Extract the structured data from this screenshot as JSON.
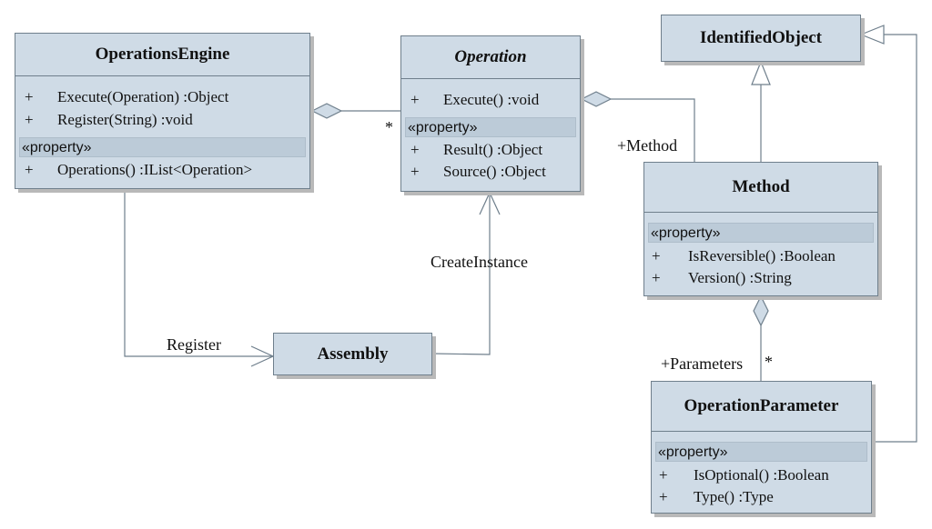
{
  "classes": {
    "operations_engine": {
      "name": "OperationsEngine",
      "methods": [
        {
          "vis": "+",
          "sig": "Execute(Operation)  :Object"
        },
        {
          "vis": "+",
          "sig": "Register(String)  :void"
        }
      ],
      "stereotype": "«property»",
      "properties": [
        {
          "vis": "+",
          "sig": "Operations()  :IList<Operation>"
        }
      ]
    },
    "operation": {
      "name": "Operation",
      "methods": [
        {
          "vis": "+",
          "sig": "Execute()  :void"
        }
      ],
      "stereotype": "«property»",
      "properties": [
        {
          "vis": "+",
          "sig": "Result()  :Object"
        },
        {
          "vis": "+",
          "sig": "Source()  :Object"
        }
      ]
    },
    "identified_object": {
      "name": "IdentifiedObject"
    },
    "method": {
      "name": "Method",
      "stereotype": "«property»",
      "properties": [
        {
          "vis": "+",
          "sig": "IsReversible()  :Boolean"
        },
        {
          "vis": "+",
          "sig": "Version()  :String"
        }
      ]
    },
    "assembly": {
      "name": "Assembly"
    },
    "operation_parameter": {
      "name": "OperationParameter",
      "stereotype": "«property»",
      "properties": [
        {
          "vis": "+",
          "sig": "IsOptional()  :Boolean"
        },
        {
          "vis": "+",
          "sig": "Type()  :Type"
        }
      ]
    }
  },
  "connector_labels": {
    "engine_operation_multiplicity": "*",
    "method_role": "+Method",
    "create_instance": "CreateInstance",
    "register": "Register",
    "parameters_role": "+Parameters",
    "parameters_multiplicity": "*"
  },
  "colors": {
    "class_fill": "#cfdbe6",
    "stereotype_fill": "#bccbd8",
    "line": "#6f7f8c"
  }
}
